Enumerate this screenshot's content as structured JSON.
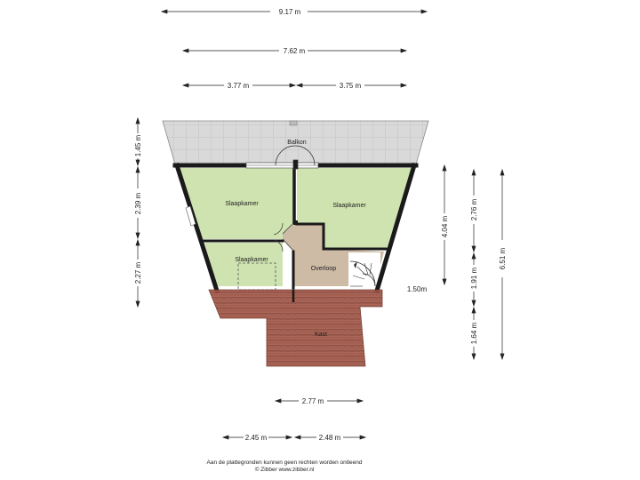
{
  "dimensions": {
    "top_total": "9.17 m",
    "top_inner": "7.62 m",
    "top_left": "3.77 m",
    "top_right": "3.75 m",
    "left_1": "1.45 m",
    "left_2": "2.39 m",
    "left_3": "2.27 m",
    "right_a": "4.04 m",
    "right_b1": "2.76 m",
    "right_b2": "1.91 m",
    "right_b3": "1.64 m",
    "right_total": "6.51 m",
    "side_note": "1.50m",
    "bottom_1": "2.77 m",
    "bottom_left": "2.45 m",
    "bottom_right": "2.48 m"
  },
  "rooms": {
    "balkon": "Balkon",
    "slaapkamer_1": "Slaapkamer",
    "slaapkamer_2": "Slaapkamer",
    "slaapkamer_3": "Slaapkamer",
    "overloop": "Overloop",
    "kast": "Kast"
  },
  "footer": {
    "disclaimer": "Aan de plattegronden kunnen geen rechten worden ontleend",
    "credit": "© Zibber www.zibber.nl"
  },
  "colors": {
    "bedroom": "#cfe3b0",
    "landing": "#cdbba5",
    "roof": "#a45a4a",
    "balcony": "#d6d6d6",
    "wall": "#1a1a1a"
  }
}
